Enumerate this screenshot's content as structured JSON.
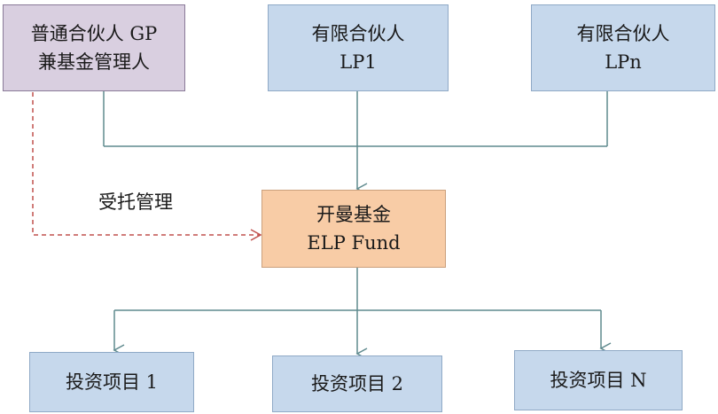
{
  "nodes": {
    "gp": {
      "line1": "普通合伙人 GP",
      "line2": "兼基金管理人"
    },
    "lp1": {
      "line1": "有限合伙人",
      "line2": "LP1"
    },
    "lpn": {
      "line1": "有限合伙人",
      "line2": "LPn"
    },
    "fund": {
      "line1": "开曼基金",
      "line2": "ELP Fund"
    },
    "project1": {
      "label": "投资项目 1"
    },
    "project2": {
      "label": "投资项目 2"
    },
    "projectN": {
      "label": "投资项目 N"
    }
  },
  "edge_labels": {
    "management": "受托管理"
  },
  "colors": {
    "gp_fill": "#d9cfe0",
    "lp_fill": "#c6d8ec",
    "fund_fill": "#f8cca6",
    "connector": "#5f8a8e",
    "dashed_connector": "#c0504d"
  }
}
